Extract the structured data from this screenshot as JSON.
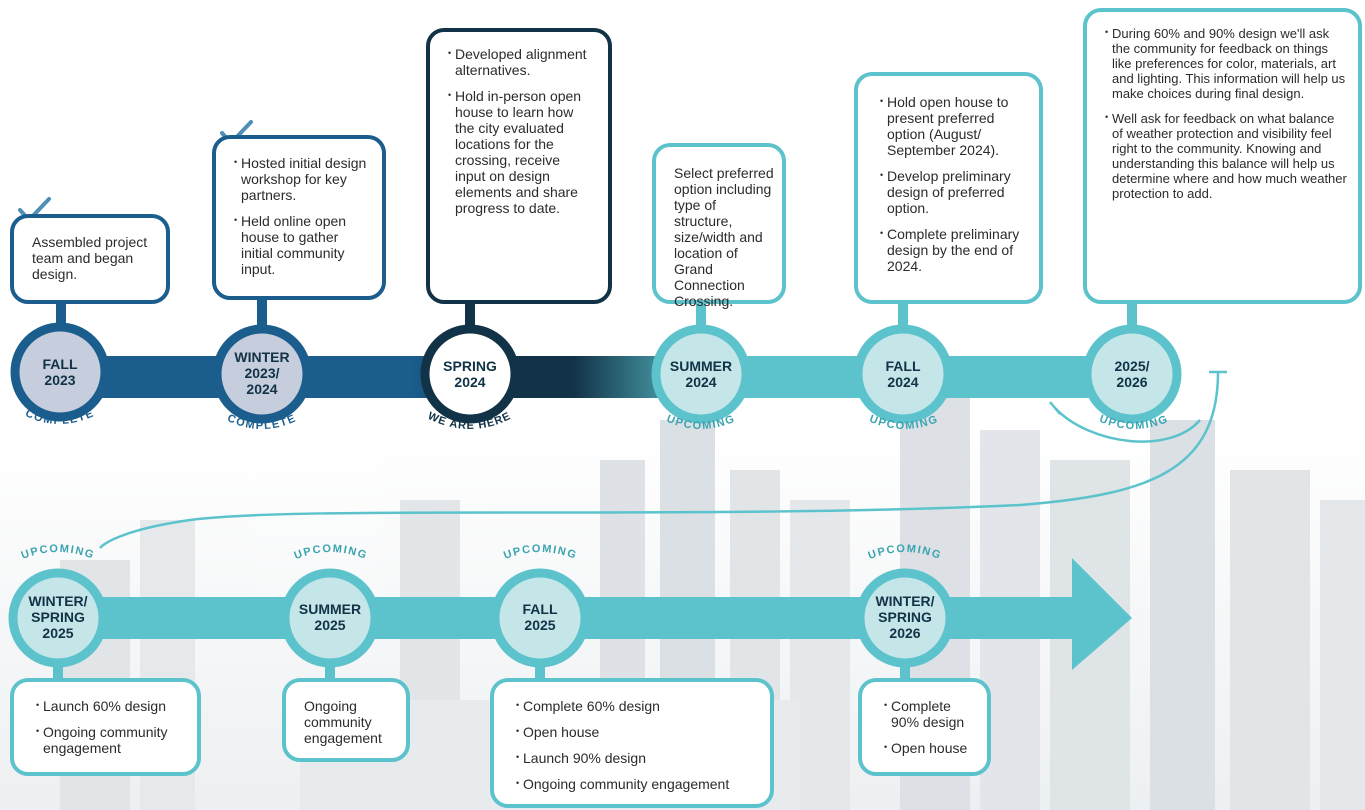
{
  "colors": {
    "navy": "#1b5e8e",
    "dark": "#123247",
    "teal": "#5cc3cd",
    "light_teal": "#c5e6e9",
    "complete_fill": "#c6cddd",
    "status_complete": "#1b5e8e",
    "status_here": "#123247",
    "status_upcoming": "#3aa4b0"
  },
  "icons": {
    "check": "checkmark-icon"
  },
  "milestones_top": [
    {
      "id": "fall-2023",
      "label_1": "FALL",
      "label_2": "2023",
      "status": "COMPLETE",
      "bullets": [
        "Assembled project team and began design."
      ]
    },
    {
      "id": "winter-2023-2024",
      "label_1": "WINTER",
      "label_2": "2023/",
      "label_3": "2024",
      "status": "COMPLETE",
      "bullets": [
        "Hosted initial design workshop for key partners.",
        "Held online open house to gather initial community input."
      ]
    },
    {
      "id": "spring-2024",
      "label_1": "SPRING",
      "label_2": "2024",
      "status": "WE ARE HERE",
      "bullets": [
        "Developed alignment alternatives.",
        "Hold in-person open house to learn how the city evaluated locations for the crossing, receive input on design elements and share progress to date."
      ]
    },
    {
      "id": "summer-2024",
      "label_1": "SUMMER",
      "label_2": "2024",
      "status": "UPCOMING",
      "text": "Select preferred option including type of structure, size/width and location of Grand Connection Crossing."
    },
    {
      "id": "fall-2024",
      "label_1": "FALL",
      "label_2": "2024",
      "status": "UPCOMING",
      "bullets": [
        "Hold open house to present preferred option (August/ September 2024).",
        "Develop preliminary design of preferred option.",
        "Complete preliminary design by the end of 2024."
      ]
    },
    {
      "id": "2025-2026",
      "label_1": "2025/",
      "label_2": "2026",
      "status": "UPCOMING",
      "bullets": [
        "During 60% and 90% design we'll ask the community for feedback on things like preferences for color, materials, art and lighting. This information will help us make choices during final design.",
        "Well ask for feedback on what balance of weather protection and visibility feel right to the community. Knowing and understanding this balance will help us determine where and how much weather protection to add."
      ]
    }
  ],
  "milestones_bottom": [
    {
      "id": "winter-spring-2025",
      "label_1": "WINTER/",
      "label_2": "SPRING",
      "label_3": "2025",
      "status": "UPCOMING",
      "bullets": [
        "Launch 60% design",
        "Ongoing community engagement"
      ]
    },
    {
      "id": "summer-2025",
      "label_1": "SUMMER",
      "label_2": "2025",
      "status": "UPCOMING",
      "text": "Ongoing community engagement"
    },
    {
      "id": "fall-2025",
      "label_1": "FALL",
      "label_2": "2025",
      "status": "UPCOMING",
      "bullets": [
        "Complete 60% design",
        "Open house",
        "Launch 90% design",
        "Ongoing community engagement"
      ]
    },
    {
      "id": "winter-spring-2026",
      "label_1": "WINTER/",
      "label_2": "SPRING",
      "label_3": "2026",
      "status": "UPCOMING",
      "bullets": [
        "Complete 90% design",
        "Open house"
      ]
    }
  ]
}
